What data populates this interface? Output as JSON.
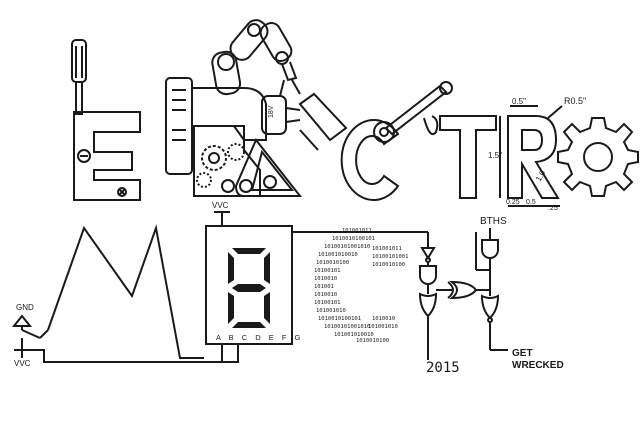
{
  "colors": {
    "ink": "#1a1a1a",
    "paper": "#ffffff"
  },
  "dimensions": {
    "width_top": "0.5\"",
    "radius": "R0.5\"",
    "height": "1.5\"",
    "bottom_a": "0.25",
    "bottom_b": "0.5",
    "bottom_c": ".25",
    "diag": "1.0"
  },
  "labels": {
    "seven_seg_pins": "A B C D E F G",
    "gnd": "GND",
    "vcc_top": "VVC",
    "vcc_bottom": "VVC",
    "year": "2015",
    "team": "BTHS",
    "slogan_1": "GET",
    "slogan_2": "WRECKED",
    "battery": "18V"
  },
  "binary": {
    "rows": [
      "101001011",
      "1010010100101",
      "10100101001010",
      "101001010010",
      "1010010100",
      "10100101",
      "1010010",
      "101001",
      "1010010",
      "10100101",
      "101001010",
      "1010010100101",
      "10100101001010",
      "101001010010"
    ],
    "right_rows": [
      "101001011",
      "10100101001",
      "1010010100"
    ],
    "right_bottom_rows": [
      "1010010",
      "101001010",
      "1010010100"
    ]
  }
}
